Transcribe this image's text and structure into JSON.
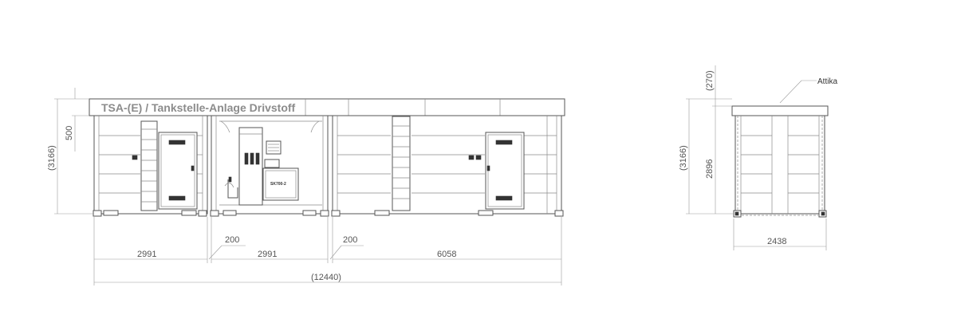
{
  "title_banner": "TSA-(E) / Tankstelle-Anlage Drivstoff",
  "dispenser_label": "SK700-2",
  "callout_attika": "Attika",
  "dimensions": {
    "front_height_total": "(3166)",
    "front_attika_height": "500",
    "seg1_width": "2991",
    "seg2_width": "2991",
    "seg3_width": "6058",
    "gap1": "200",
    "gap2": "200",
    "total_width": "(12440)",
    "side_height_total": "(3166)",
    "side_attika_height": "(270)",
    "side_body_height": "2896",
    "side_width": "2438"
  }
}
